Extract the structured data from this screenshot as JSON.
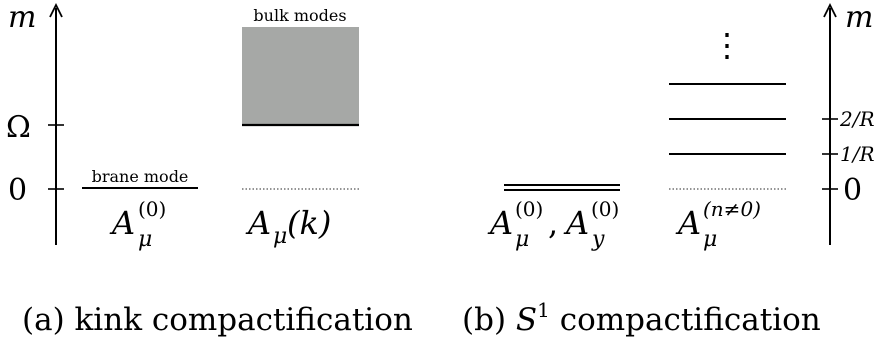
{
  "panel_a": {
    "axis_label": "m",
    "tick_omega": "Ω",
    "tick_zero": "0",
    "brane_mode_label": "brane mode",
    "brane_field_base": "A",
    "brane_field_sub": "μ",
    "brane_field_sup": "(0)",
    "bulk_modes_label": "bulk modes",
    "bulk_field": "A",
    "bulk_field_sub": "μ",
    "bulk_field_arg": "(k)",
    "bulk_fill_color": "#a6a8a6",
    "caption": "(a) kink compactification"
  },
  "panel_b": {
    "axis_label": "m",
    "tick_two_over_r": "2/R",
    "tick_one_over_r": "1/R",
    "tick_zero": "0",
    "zero_field_base": "A",
    "zero_field_sub": "μ",
    "zero_field_sup": "(0)",
    "zero_field_sep": ",",
    "zero_field2_base": "A",
    "zero_field2_sub": "y",
    "zero_field2_sup": "(0)",
    "kk_field_base": "A",
    "kk_field_sub": "μ",
    "kk_field_sup": "(n≠0)",
    "ellipsis": "⋮",
    "caption_prefix": "(b) ",
    "caption_math": "S",
    "caption_sup": "1",
    "caption_suffix": " compactification"
  }
}
